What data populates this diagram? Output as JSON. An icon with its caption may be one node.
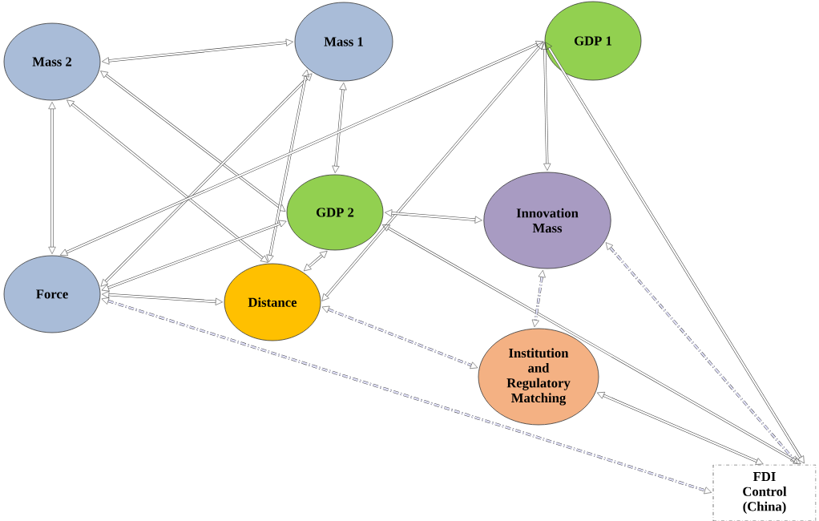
{
  "diagram": {
    "nodes": [
      {
        "text": [
          "Mass 2"
        ]
      },
      {
        "text": [
          "Mass 1"
        ]
      },
      {
        "text": [
          "GDP 1"
        ]
      },
      {
        "text": [
          "GDP 2"
        ]
      },
      {
        "text": [
          "Innovation Mass"
        ]
      },
      {
        "text": [
          "Force"
        ]
      },
      {
        "text": [
          "Distance"
        ]
      },
      {
        "text": [
          "Institution and Regulatory Matching"
        ]
      },
      {
        "text": [
          "FDI Control (China)"
        ]
      }
    ],
    "edges": [
      {
        "from": 0,
        "to": 1,
        "arrow": "both"
      },
      {
        "from": 0,
        "to": 3,
        "arrow": "both"
      },
      {
        "from": 0,
        "to": 5,
        "arrow": "both"
      },
      {
        "from": 0,
        "to": 6,
        "arrow": "both"
      },
      {
        "from": 1,
        "to": 3,
        "arrow": "both"
      },
      {
        "from": 5,
        "to": 1,
        "arrow": "both"
      },
      {
        "from": 6,
        "to": 1,
        "arrow": "both"
      },
      {
        "from": 5,
        "to": 2,
        "arrow": "both"
      },
      {
        "from": 6,
        "to": 2,
        "arrow": "both"
      },
      {
        "from": 2,
        "to": 4,
        "arrow": "both"
      },
      {
        "from": 2,
        "to": 8,
        "arrow": "both"
      },
      {
        "from": 5,
        "to": 3,
        "arrow": "both"
      },
      {
        "from": 6,
        "to": 3,
        "arrow": "both"
      },
      {
        "from": 3,
        "to": 4,
        "arrow": "both"
      },
      {
        "from": 3,
        "to": 8,
        "arrow": "both"
      },
      {
        "from": 5,
        "to": 6,
        "arrow": "both"
      },
      {
        "from": 5,
        "to": 8,
        "arrow": "both",
        "style": "dashed"
      },
      {
        "from": 6,
        "to": 7,
        "arrow": "both",
        "style": "dashed"
      },
      {
        "from": 4,
        "to": 7,
        "arrow": "both",
        "style": "dashed"
      },
      {
        "from": 4,
        "to": 8,
        "arrow": "both",
        "style": "dashed"
      },
      {
        "from": 7,
        "to": 8,
        "arrow": "both"
      }
    ]
  }
}
